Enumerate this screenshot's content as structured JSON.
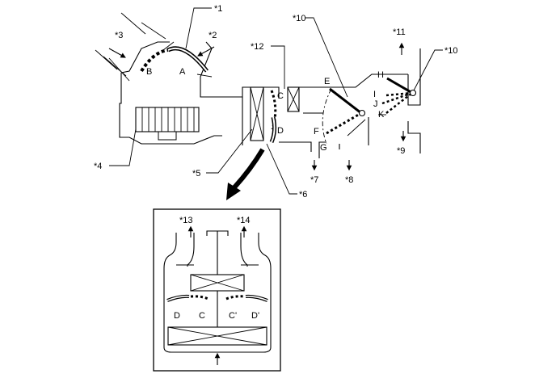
{
  "callouts": {
    "c1": "*1",
    "c2": "*2",
    "c3": "*3",
    "c4": "*4",
    "c5": "*5",
    "c6": "*6",
    "c7": "*7",
    "c8": "*8",
    "c9": "*9",
    "c10a": "*10",
    "c10b": "*10",
    "c11": "*11",
    "c12": "*12",
    "c13": "*13",
    "c14": "*14"
  },
  "damper_letters": {
    "A": "A",
    "B": "B",
    "C": "C",
    "D": "D",
    "E": "E",
    "F": "F",
    "G": "G",
    "H": "H",
    "I": "I",
    "J": "J",
    "K": "K"
  },
  "inset_letters": {
    "D": "D",
    "C": "C",
    "Cp": "C'",
    "Dp": "D'"
  }
}
